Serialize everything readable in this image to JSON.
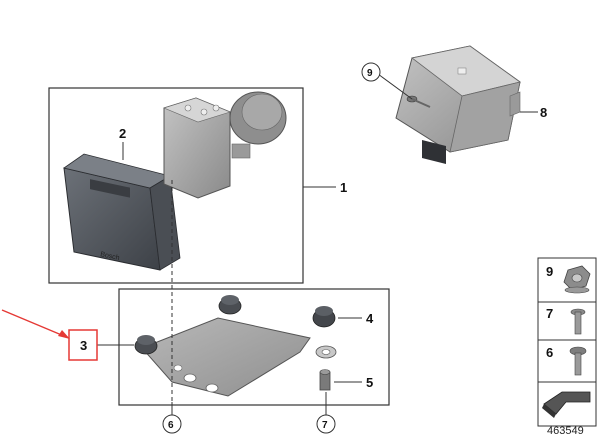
{
  "callouts": {
    "c1": "1",
    "c2": "2",
    "c3": "3",
    "c4": "4",
    "c5": "5",
    "c6": "6",
    "c7": "7",
    "c8": "8",
    "c9": "9"
  },
  "module_marking": "Bosch",
  "legend": {
    "items": [
      {
        "number": "9"
      },
      {
        "number": "7"
      },
      {
        "number": "6"
      }
    ]
  },
  "diagram_id": "463549",
  "colors": {
    "highlight": "#e53935",
    "line": "#222222",
    "part_dark": "#5b6066",
    "part_grey": "#9a9a9a"
  }
}
